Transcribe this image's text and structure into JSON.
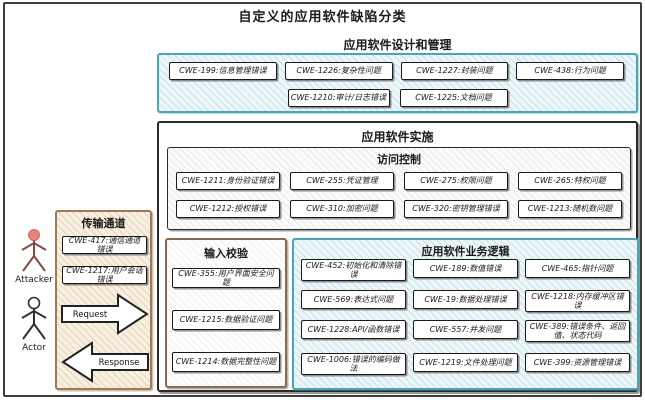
{
  "title": "自定义的应用软件缺陷分类",
  "actors": {
    "attacker_label": "Attacker",
    "actor_label": "Actor"
  },
  "transmission": {
    "title": "传输通道",
    "items": [
      "CWE-417:通信通道错误",
      "CWE-1217:用户会话错误"
    ],
    "request_label": "Request",
    "response_label": "Response"
  },
  "design": {
    "title": "应用软件设计和管理",
    "row1": [
      "CWE-199:信息管理错误",
      "CWE-1226:复杂性问题",
      "CWE-1227:封装问题",
      "CWE-438:行为问题"
    ],
    "row2": [
      "CWE-1210:审计/日志错误",
      "CWE-1225:文档问题"
    ]
  },
  "implementation": {
    "title": "应用软件实施",
    "access_control": {
      "title": "访问控制",
      "row1": [
        "CWE-1211:身份验证错误",
        "CWE-255:凭证管理",
        "CWE-275:权限问题",
        "CWE-265:特权问题"
      ],
      "row2": [
        "CWE-1212:授权错误",
        "CWE-310:加密问题",
        "CWE-320:密钥管理错误",
        "CWE-1213:随机数问题"
      ]
    },
    "input_validation": {
      "title": "输入校验",
      "items": [
        "CWE-355:用户界面安全问题",
        "CWE-1215:数据验证问题",
        "CWE-1214:数据完整性问题"
      ]
    },
    "business_logic": {
      "title": "应用软件业务逻辑",
      "row1": [
        "CWE-452:初始化和清除错误",
        "CWE-189:数值错误",
        "CWE-465:指针问题"
      ],
      "row2": [
        "CWE-569:表达式问题",
        "CWE-19:数据处理错误",
        "CWE-1218:内存缓冲区错误"
      ],
      "row3": [
        "CWE-1228:API/函数错误",
        "CWE-557:并发问题",
        "CWE-389:错误条件、返回值、状态代码"
      ],
      "row4": [
        "CWE-1006:错误的编码做法",
        "CWE-1219:文件处理问题",
        "CWE-399:资源管理错误"
      ]
    }
  },
  "colors": {
    "teal_border": "#4aa6b4",
    "blue_hatch_bg": "#edf6f8",
    "brown_border": "#a07a55",
    "tan_hatch_bg": "#f7f0e0",
    "gray_hatch_bg": "#fbfbfb",
    "attacker_head": "#e8827d",
    "box_border": "#1a1a1a"
  }
}
